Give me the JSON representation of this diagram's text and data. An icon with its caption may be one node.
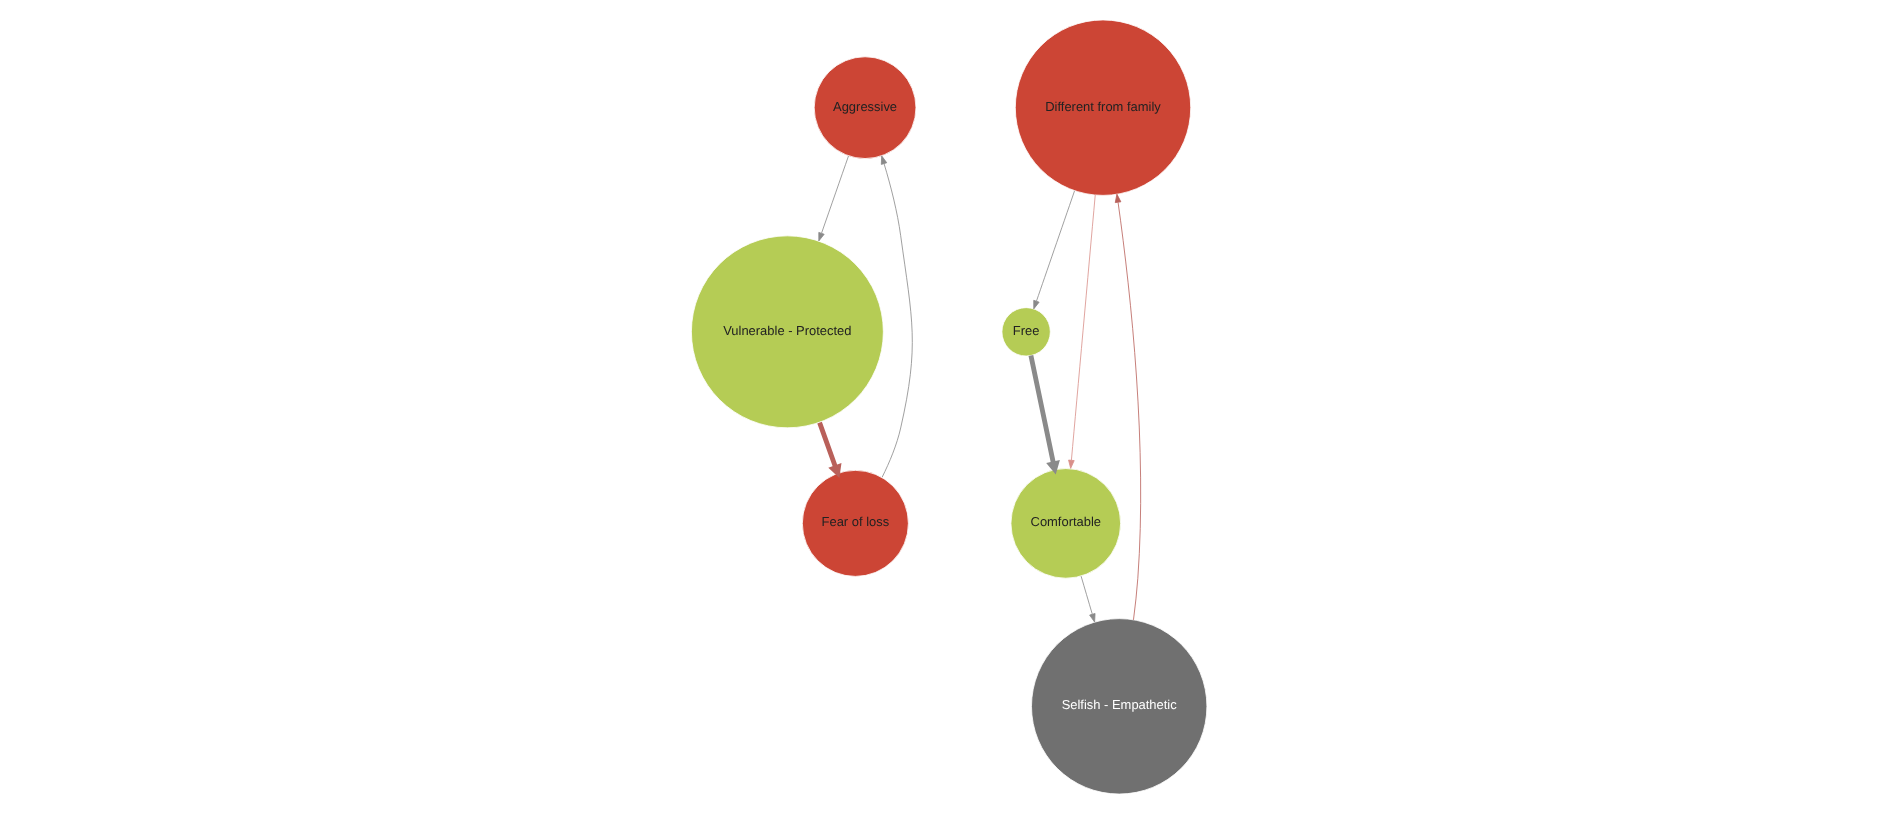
{
  "diagram": {
    "nodes": [
      {
        "text": [
          "Aggressive"
        ]
      },
      {
        "text": [
          "Vulnerable - Protected"
        ]
      },
      {
        "text": [
          "Fear of loss"
        ]
      },
      {
        "text": [
          "Different from family"
        ]
      },
      {
        "text": [
          "Selfish - Empathetic"
        ]
      },
      {
        "text": [
          "Free"
        ]
      },
      {
        "text": [
          "Comfortable"
        ]
      }
    ],
    "edges": [
      {
        "from": 0,
        "to": 1,
        "arrow": "to"
      },
      {
        "from": 1,
        "to": 2,
        "arrow": "to",
        "style": "thick",
        "color": "#b9605a"
      },
      {
        "from": 2,
        "to": 0,
        "arrow": "to"
      },
      {
        "from": 4,
        "to": 3,
        "arrow": "to",
        "color": "#b9605a"
      },
      {
        "from": 3,
        "to": 5,
        "arrow": "to"
      },
      {
        "from": 3,
        "to": 6,
        "arrow": "to",
        "color": "#d9908a"
      },
      {
        "from": 5,
        "to": 6,
        "arrow": "to",
        "style": "thick"
      },
      {
        "from": 6,
        "to": 4,
        "arrow": "to"
      }
    ]
  }
}
